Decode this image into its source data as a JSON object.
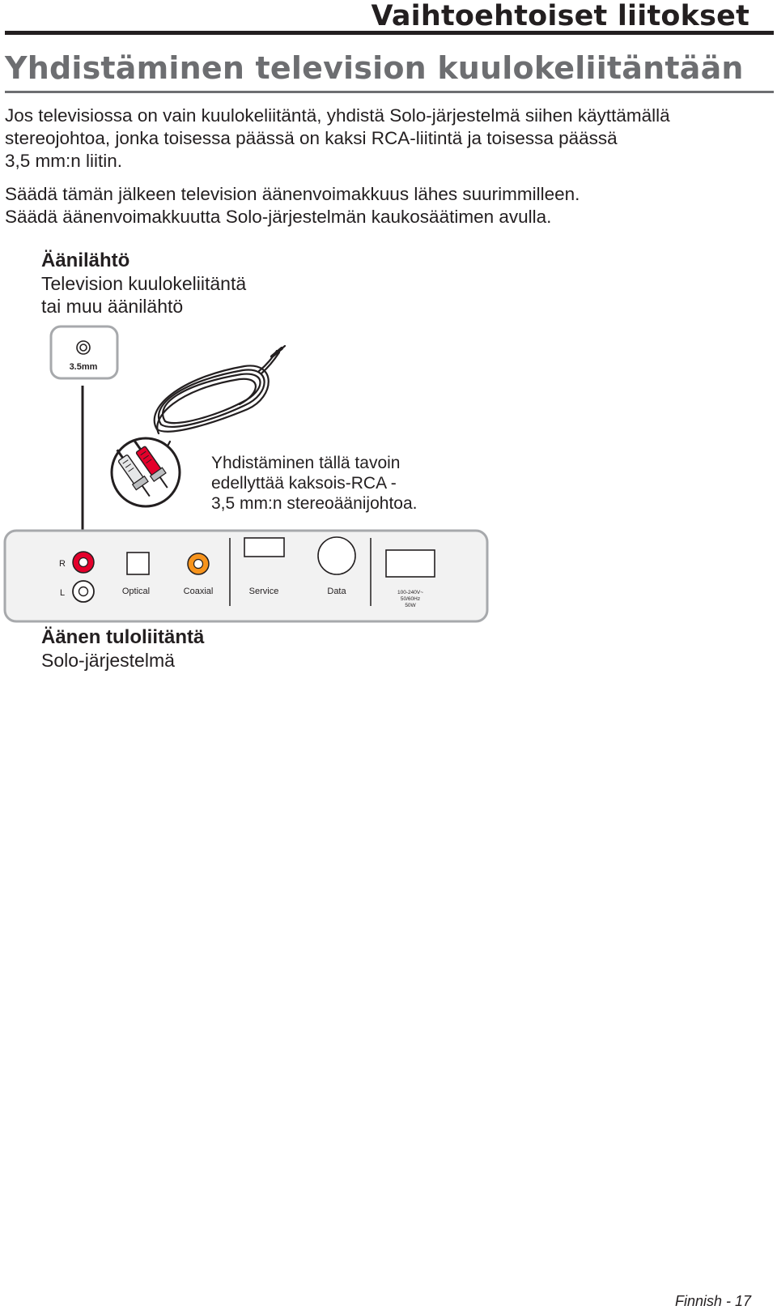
{
  "header": {
    "section_title": "Vaihtoehtoiset liitokset",
    "page_heading": "Yhdistäminen television kuulokeliitäntään"
  },
  "body": {
    "paragraph1_lines": [
      "Jos televisiossa on vain kuulokeliitäntä, yhdistä Solo-järjestelmä siihen käyttämällä",
      "stereojohtoa, jonka toisessa päässä on kaksi RCA-liitintä ja toisessa päässä",
      "3,5 mm:n liitin."
    ],
    "paragraph2_lines": [
      "Säädä tämän jälkeen television äänenvoimakkuus lähes suurimmilleen.",
      "Säädä äänenvoimakkuutta Solo-järjestelmän kaukosäätimen avulla."
    ]
  },
  "diagram": {
    "source_title": "Äänilähtö",
    "source_lines": [
      "Television kuulokeliitäntä",
      "tai muu äänilähtö"
    ],
    "jack_label": "3.5mm",
    "cable_note_lines": [
      "Yhdistäminen tällä tavoin",
      "edellyttää kaksois-RCA -",
      "3,5 mm:n stereoäänijohtoa."
    ],
    "panel": {
      "r_label": "R",
      "l_label": "L",
      "optical_label": "Optical",
      "coaxial_label": "Coaxial",
      "service_label": "Service",
      "data_label": "Data",
      "power_lines": [
        "100-240V~",
        "50/60Hz",
        "50W"
      ]
    },
    "destination_title": "Äänen tuloliitäntä",
    "destination_subtitle": "Solo-järjestelmä",
    "colors": {
      "rca_red": "#e4002b",
      "coaxial_orange": "#f7941d",
      "panel_fill": "#f2f2f2",
      "panel_border": "#a7a9ac"
    }
  },
  "footer": {
    "page_label": "Finnish - 17"
  }
}
